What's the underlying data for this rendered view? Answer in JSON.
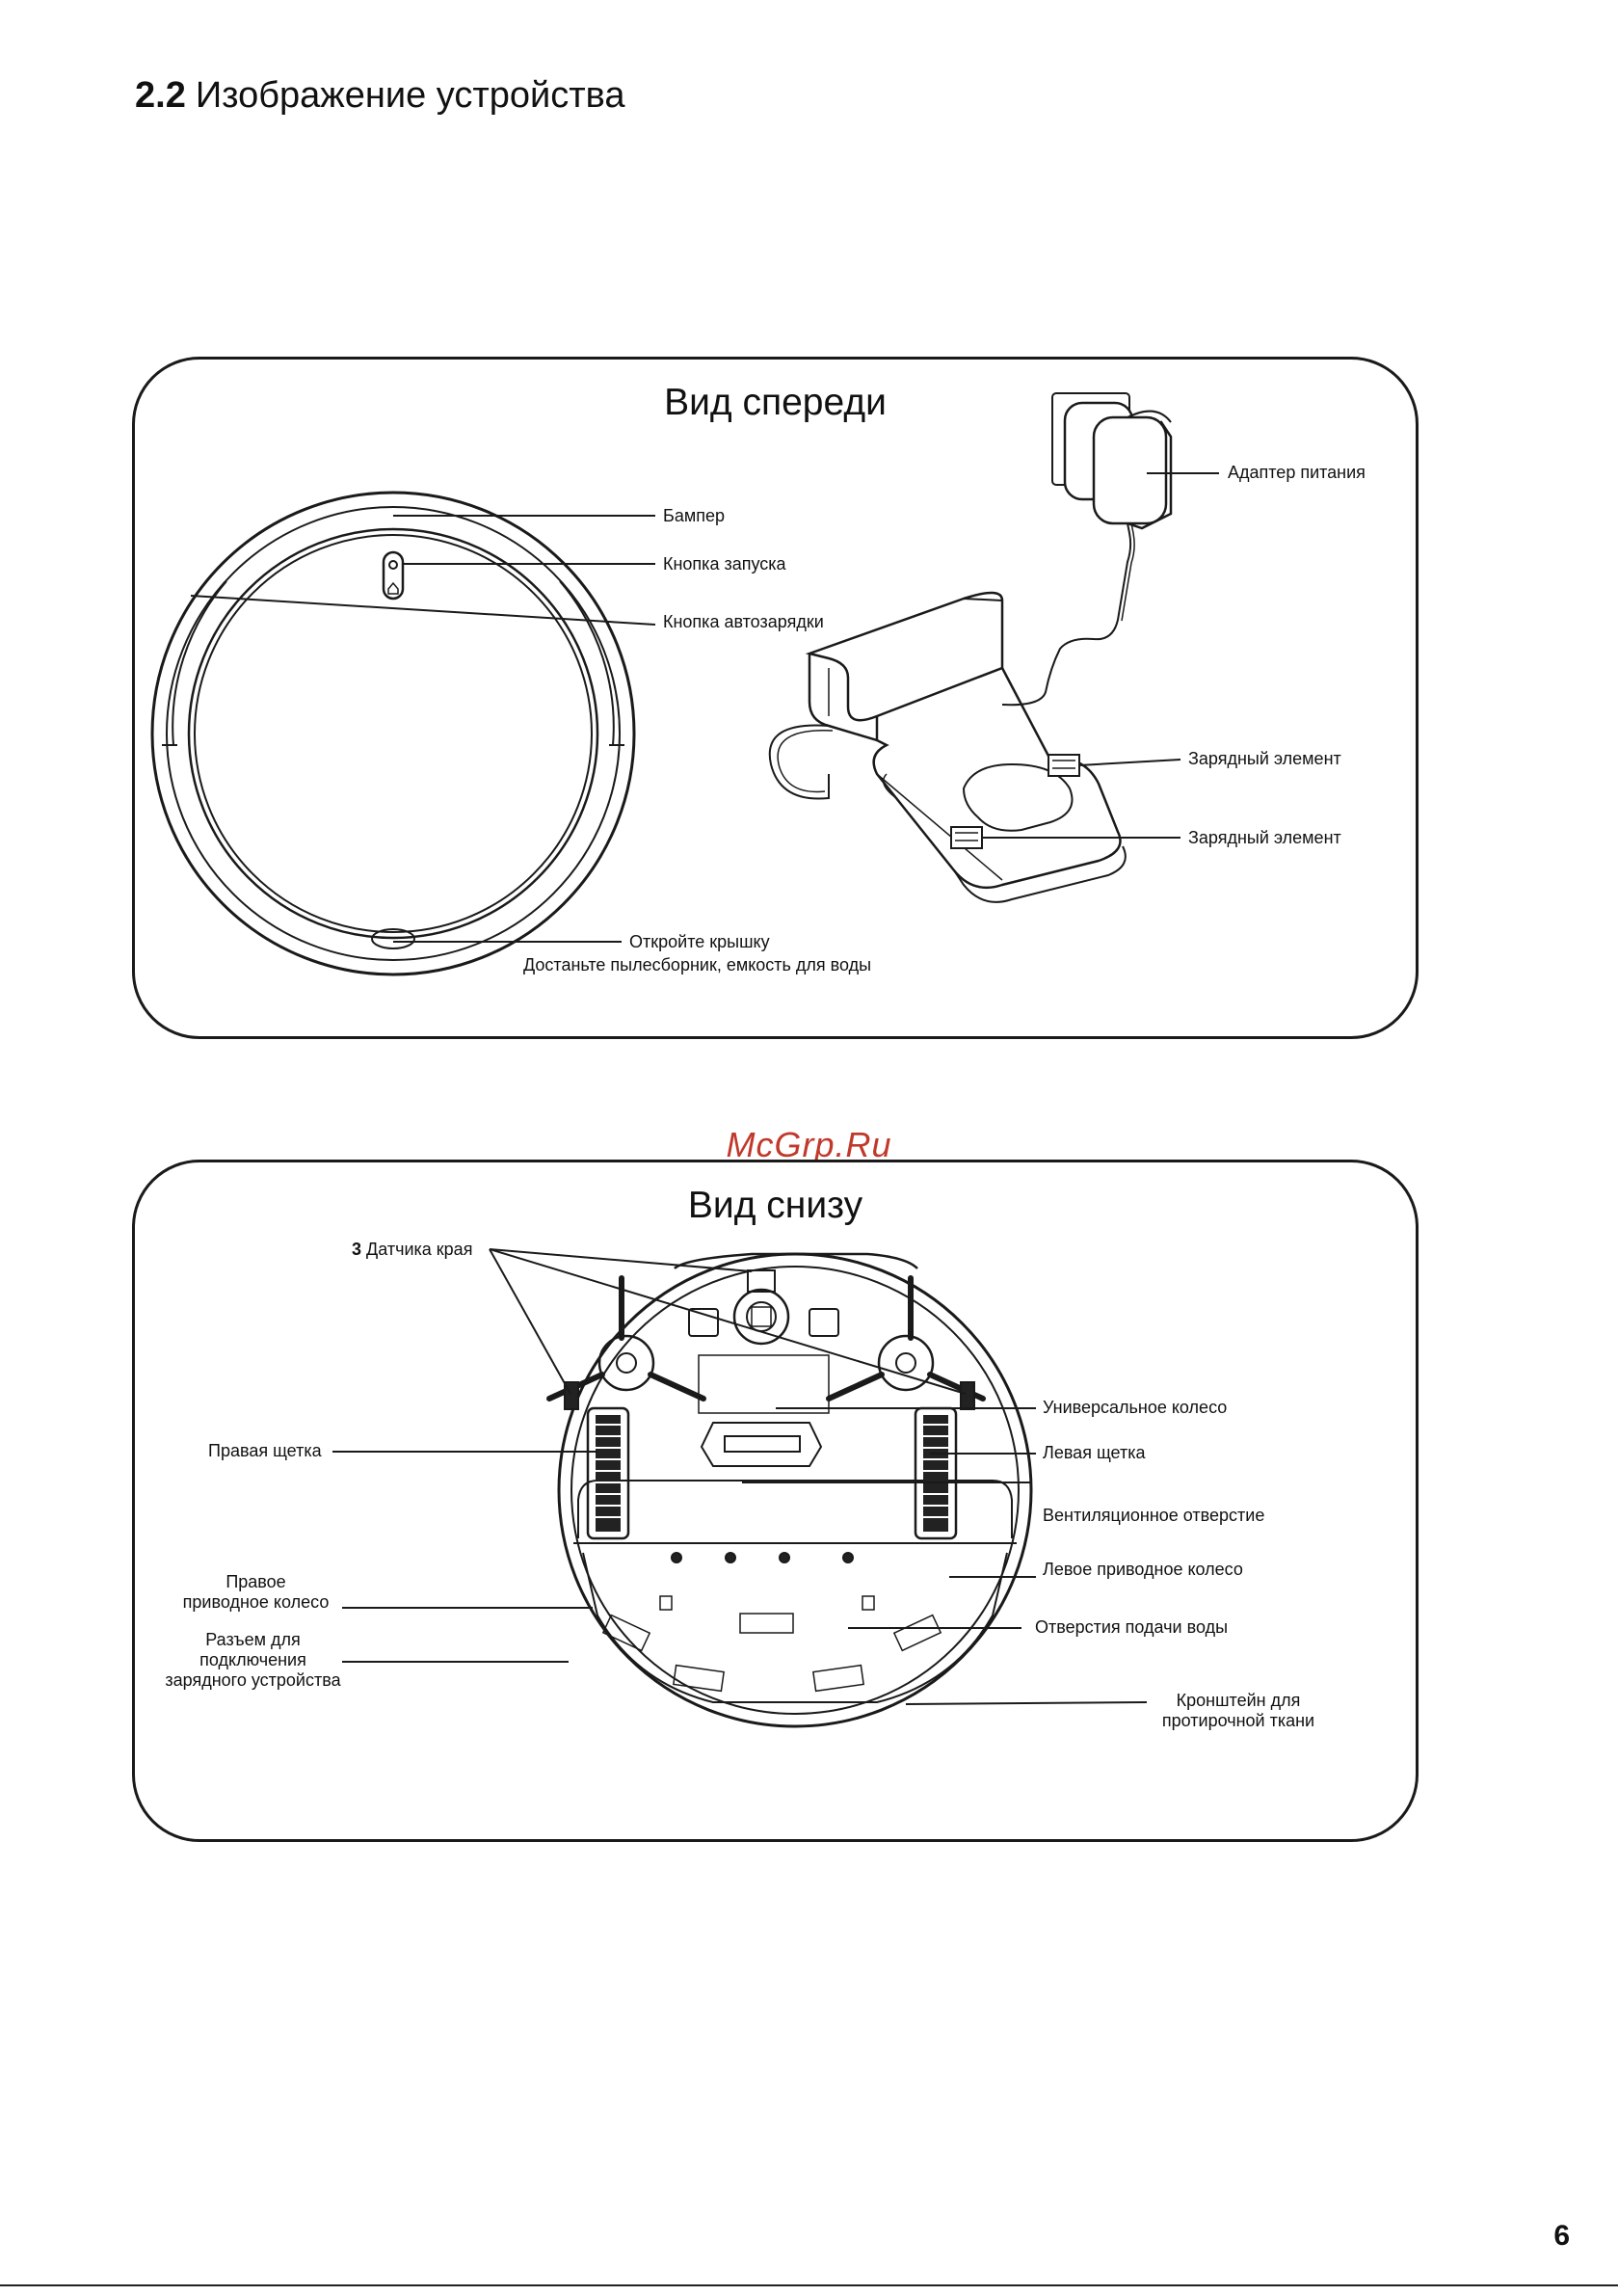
{
  "section": {
    "number": "2.2",
    "title": "Изображение устройства"
  },
  "front_view": {
    "title": "Вид спереди",
    "labels": {
      "power_adapter": "Адаптер питания",
      "bumper": "Бампер",
      "start_button": "Кнопка запуска",
      "dock_button": "Кнопка автозарядки",
      "charge_contact_1": "Зарядный элемент",
      "charge_contact_2": "Зарядный элемент",
      "open_cover": "Откройте крышку",
      "take_out": "Достаньте пылесборник, емкость для воды"
    }
  },
  "bottom_view": {
    "title": "Вид снизу",
    "labels": {
      "edge_sensors_count": "3",
      "edge_sensors": "Датчика края",
      "right_brush": "Правая щетка",
      "right_wheel_line1": "Правое",
      "right_wheel_line2": "приводное колесо",
      "charge_port_line1": "Разъем для",
      "charge_port_line2": "подключения",
      "charge_port_line3": "зарядного устройства",
      "caster_wheel": "Универсальное колесо",
      "left_brush": "Левая щетка",
      "vent": "Вентиляционное отверстие",
      "left_wheel": "Левое приводное колесо",
      "water_holes": "Отверстия подачи воды",
      "mop_bracket_line1": "Кронштейн для",
      "mop_bracket_line2": "протирочной ткани"
    }
  },
  "watermark": "McGrp.Ru",
  "page_number": "6"
}
